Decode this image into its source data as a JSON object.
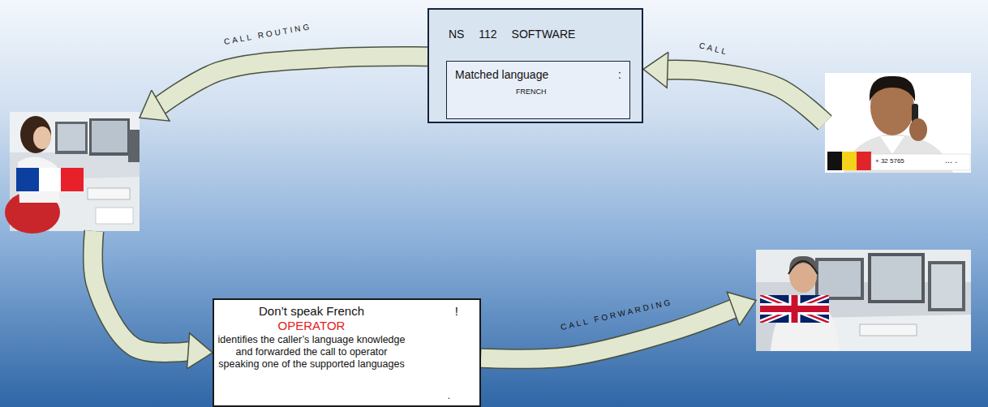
{
  "diagram": {
    "nodes": [
      {
        "text": [
          "NS 112 SOFTWARE"
        ]
      },
      {
        "text": [
          "Matched language",
          ":",
          "FRENCH"
        ],
        "in": 0
      },
      {
        "text": [
          "+ 32 5765",
          "... ."
        ]
      },
      {
        "text": []
      },
      {
        "text": [
          "Don’t speak French",
          "!",
          "OPERATOR",
          "identifies the caller’s language knowledge and forwarded the call to operator speaking one of the supported languages",
          "."
        ]
      },
      {
        "text": []
      }
    ],
    "edges": [
      {
        "from": 2,
        "to": 0,
        "arrow": "to",
        "label": "CALL"
      },
      {
        "from": 0,
        "to": 3,
        "arrow": "to",
        "label": "CALL ROUTING"
      },
      {
        "from": 3,
        "to": 4,
        "arrow": "to"
      },
      {
        "from": 4,
        "to": 5,
        "arrow": "to",
        "label": "CALL FORWARDING"
      }
    ]
  }
}
